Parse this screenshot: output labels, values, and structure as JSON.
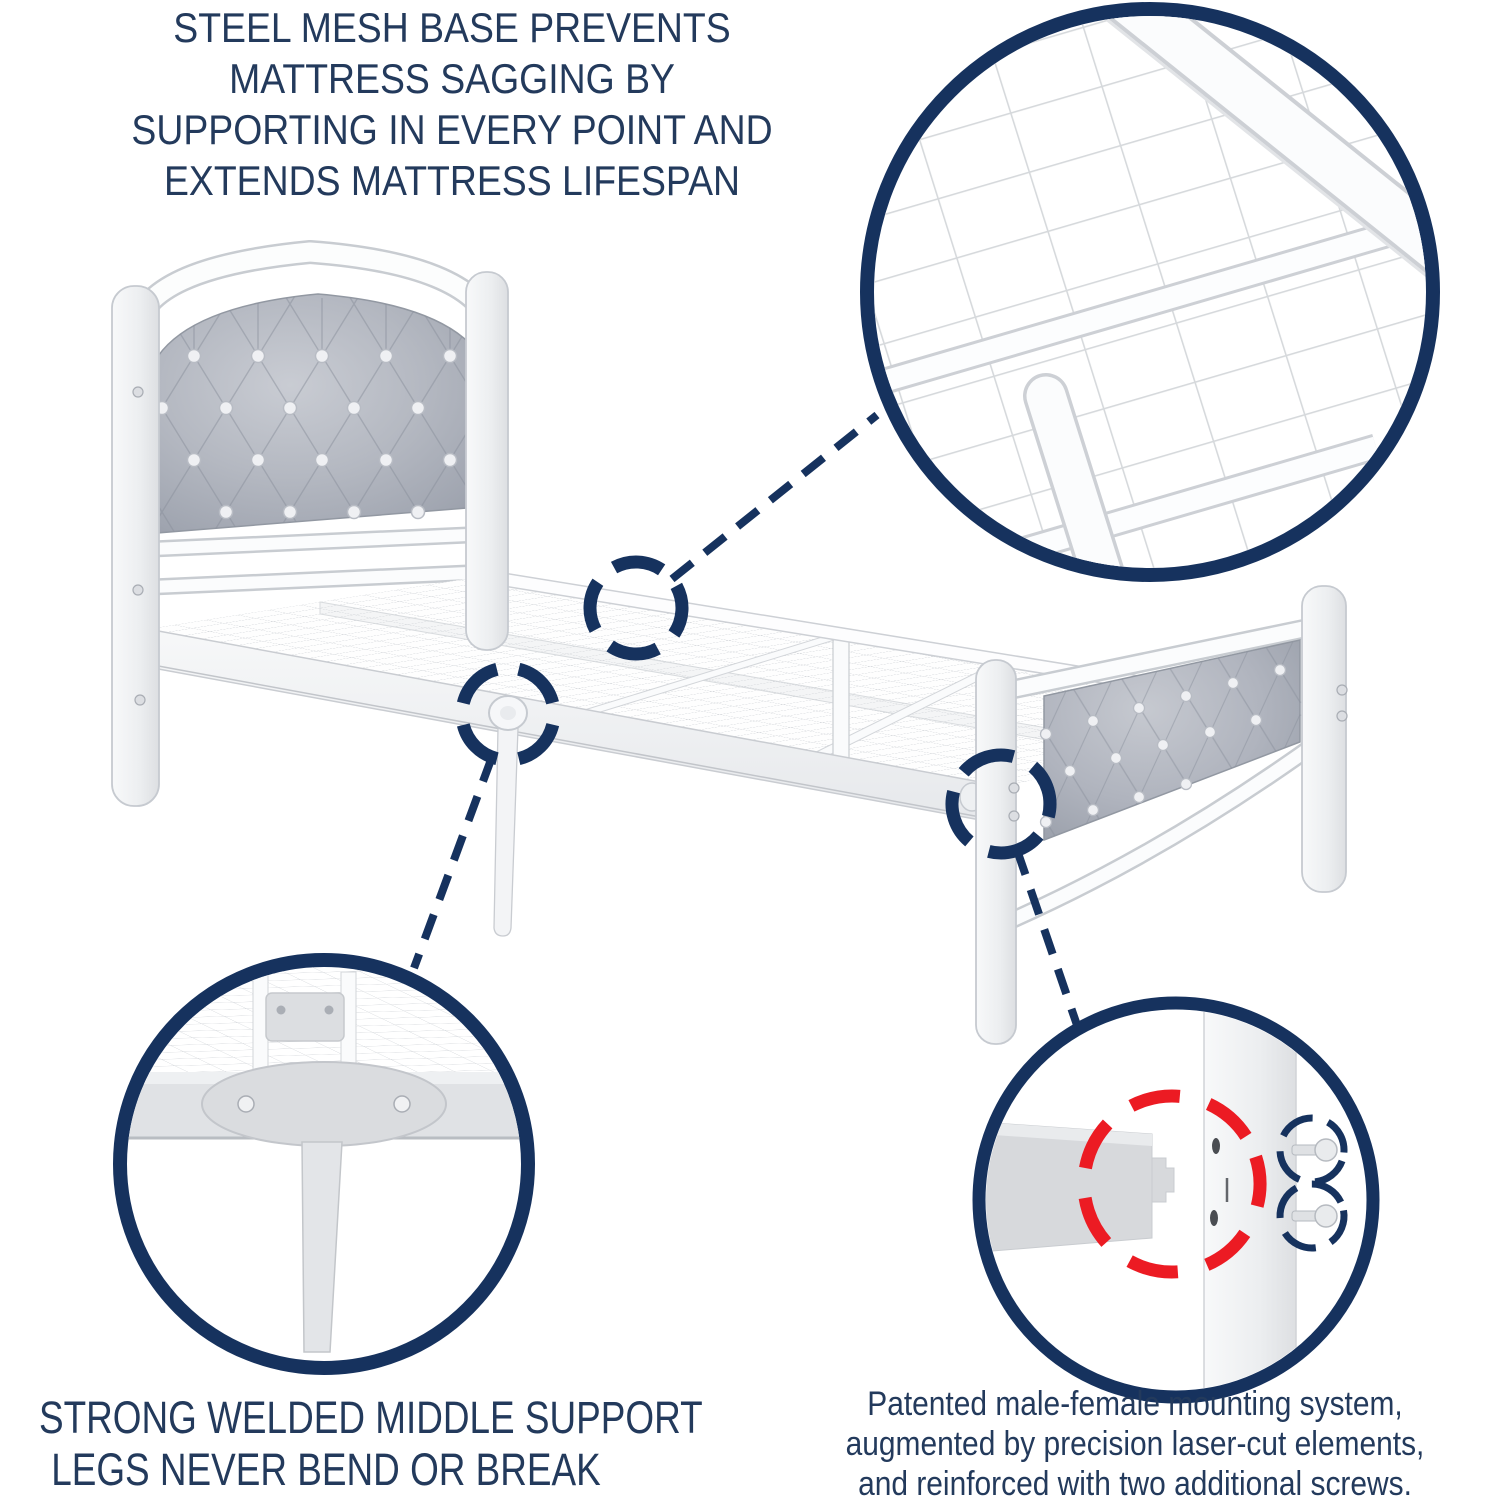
{
  "captions": {
    "steel_mesh": {
      "lines": [
        "STEEL MESH BASE PREVENTS",
        "MATTRESS SAGGING BY",
        "SUPPORTING IN EVERY POINT AND",
        "EXTENDS MATTRESS LIFESPAN"
      ]
    },
    "support_legs": {
      "lines": [
        "STRONG WELDED MIDDLE SUPPORT",
        "LEGS NEVER BEND OR BREAK"
      ]
    },
    "mounting_system": {
      "lines": [
        "Patented male-female mounting system,",
        "augmented by precision laser-cut elements,",
        "and reinforced with two additional screws."
      ]
    }
  },
  "colors": {
    "navy": "#16325e",
    "text_navy": "#233a5c",
    "red": "#ec1b23",
    "frame_white": "#fbfcfd",
    "outline_gray": "#c8ccd1",
    "mesh_wire": "#d4d7db",
    "cushion_gray": "#aeb3bd"
  }
}
